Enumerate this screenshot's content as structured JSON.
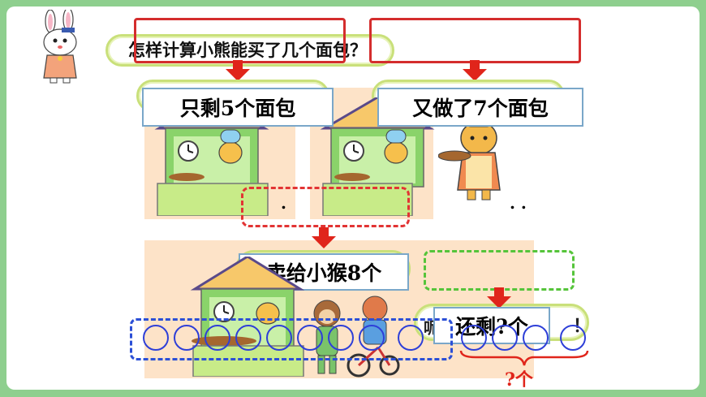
{
  "question": "怎样计算小熊能买了几个面包？",
  "scene1": {
    "label": "只剩5个面包",
    "hidden_text": "只剩5个面包"
  },
  "scene2": {
    "label": "又做了7个面包",
    "hidden_text": "又做了7个面包"
  },
  "scene3": {
    "label": "卖给小猴8个"
  },
  "bubble_question": "还剩?个",
  "bubble_hidden": "呢",
  "exclaim": "！",
  "answer_brace_label": "?个",
  "dots_small": ".",
  "dots_double": ". .",
  "colors": {
    "accent_red": "#e0251b",
    "accent_green": "#55c43a",
    "accent_blue": "#2b4fd6",
    "background": "#8ecf8e"
  }
}
